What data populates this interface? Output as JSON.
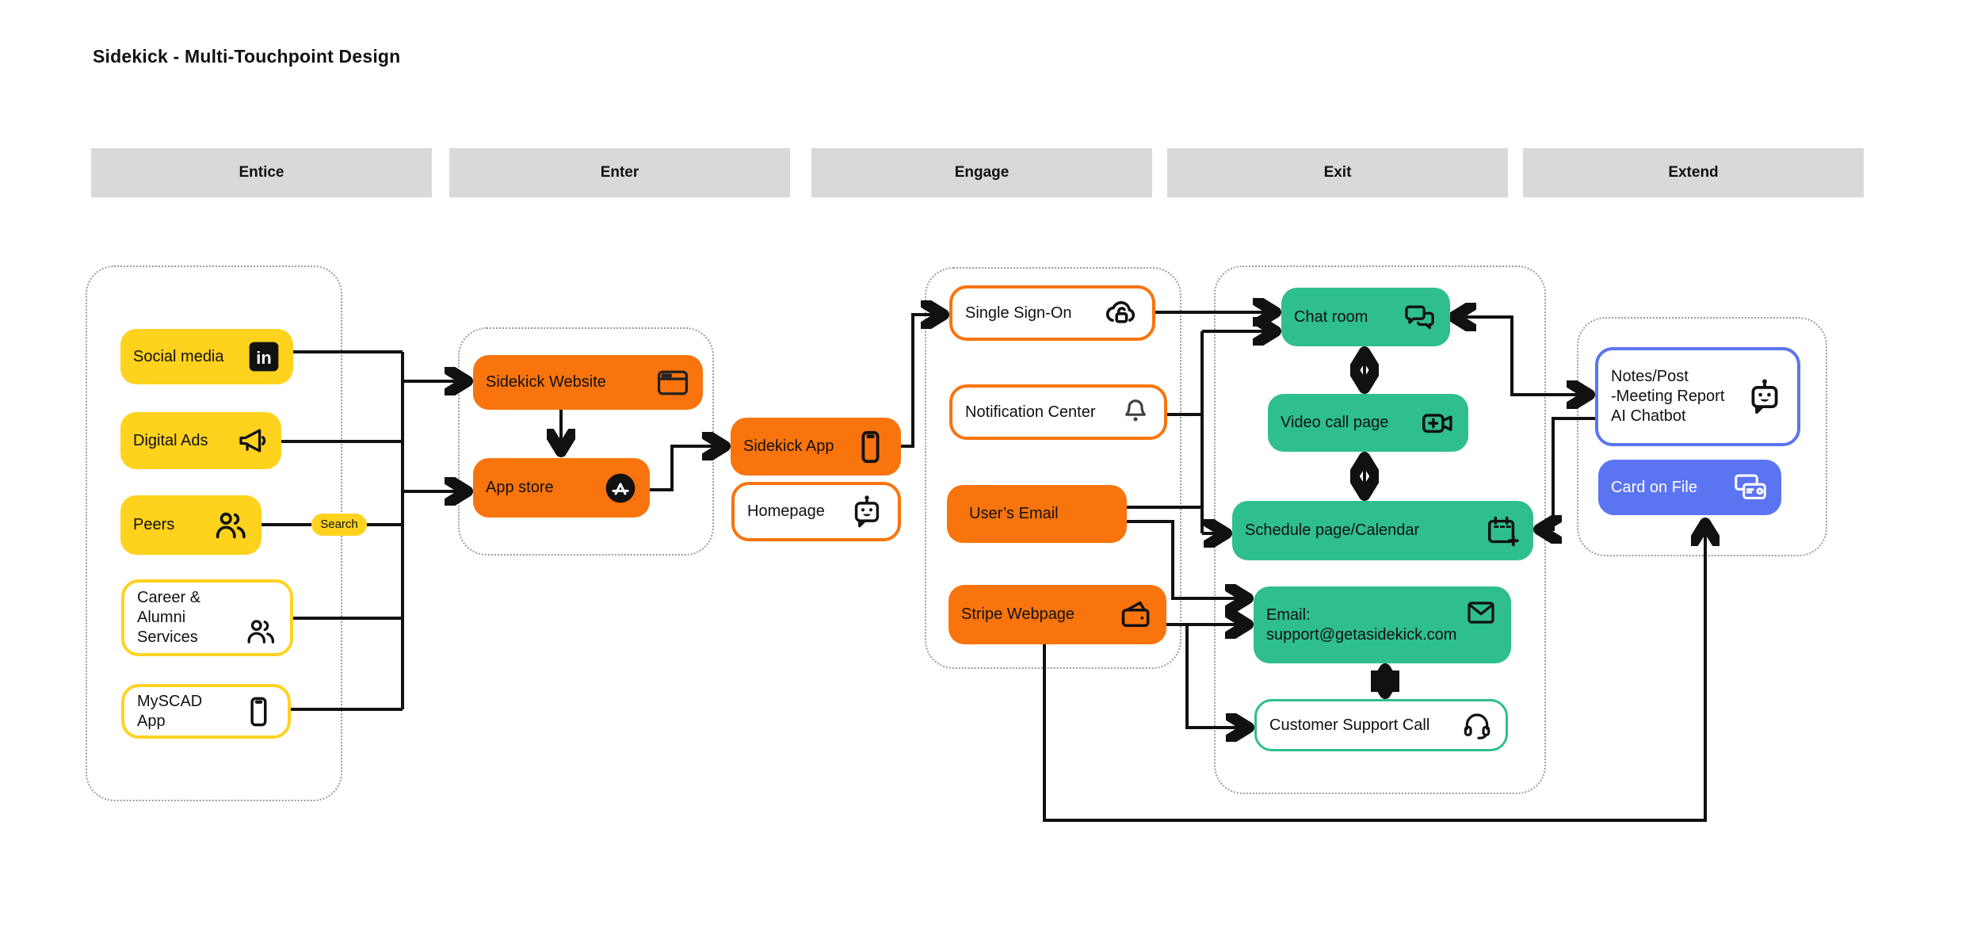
{
  "title": "Sidekick - Multi-Touchpoint Design",
  "columns": [
    "Entice",
    "Enter",
    "Engage",
    "Exit",
    "Extend"
  ],
  "colors": {
    "yellow": "#FFD21E",
    "orange": "#F9740D",
    "green": "#2FBE8E",
    "blue": "#5B74F2",
    "header_bg": "#D9D9D9",
    "line": "#111111",
    "bell_gray": "#3F3F46"
  },
  "nodes": {
    "social_media": {
      "label": "Social media",
      "icon": "linkedin-icon"
    },
    "digital_ads": {
      "label": "Digital Ads",
      "icon": "megaphone-icon"
    },
    "peers": {
      "label": "Peers",
      "icon": "people-icon"
    },
    "search": {
      "label": "Search"
    },
    "career": {
      "label": "Career & Alumni Services",
      "icon": "people-icon"
    },
    "myscad": {
      "label": "MySCAD App",
      "icon": "phone-icon"
    },
    "website": {
      "label": "Sidekick Website",
      "icon": "browser-icon"
    },
    "appstore": {
      "label": "App store",
      "icon": "app-store-icon"
    },
    "sidekick_app": {
      "label": "Sidekick App",
      "icon": "phone-icon"
    },
    "homepage": {
      "label": "Homepage",
      "icon": "robot-icon"
    },
    "sso": {
      "label": "Single Sign-On",
      "icon": "cloud-lock-icon"
    },
    "notification": {
      "label": "Notification Center",
      "icon": "bell-icon"
    },
    "users_email": {
      "label": "User’s Email"
    },
    "stripe": {
      "label": "Stripe Webpage",
      "icon": "wallet-icon"
    },
    "chat": {
      "label": "Chat room",
      "icon": "chat-bubbles-icon"
    },
    "video": {
      "label": "Video call page",
      "icon": "video-camera-icon"
    },
    "schedule": {
      "label": "Schedule page/Calendar",
      "icon": "calendar-plus-icon"
    },
    "email": {
      "label": "Email:\nsupport@getasidekick.com",
      "icon": "envelope-icon"
    },
    "support_call": {
      "label": "Customer Support Call",
      "icon": "headset-icon"
    },
    "notes": {
      "label": "Notes/Post\n-Meeting Report\nAI Chatbot",
      "icon": "robot-icon"
    },
    "card": {
      "label": "Card on File",
      "icon": "credit-cards-icon"
    }
  }
}
